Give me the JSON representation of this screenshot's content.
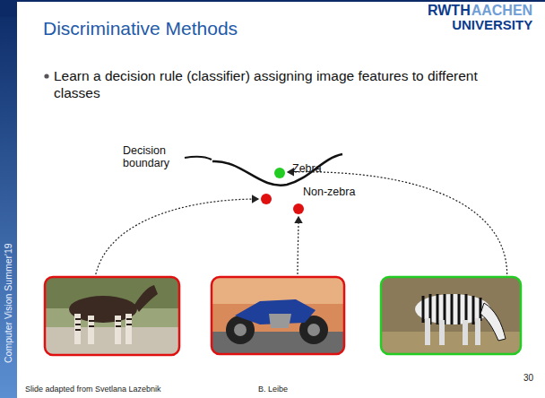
{
  "diagram": {
    "title": "Discriminative Methods",
    "labels": [
      "Learn a decision rule (classifier) assigning image features to different classes",
      "Decision boundary",
      "Zebra",
      "Non-zebra",
      "RWTH",
      "AACHEN",
      "UNIVERSITY",
      "Computer Vision Summer'19",
      "Slide adapted from Svetlana Lazebnik",
      "B. Leibe",
      "30"
    ]
  }
}
